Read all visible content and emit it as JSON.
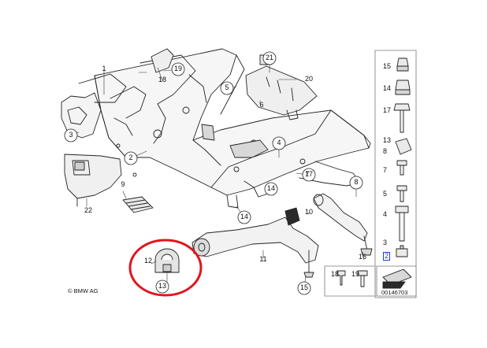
{
  "diagram": {
    "callouts": {
      "c1": "1",
      "c2": "2",
      "c3": "3",
      "c4": "4",
      "c5": "5",
      "c6": "6",
      "c7": "7",
      "c8": "8",
      "c9": "9",
      "c10": "10",
      "c11": "11",
      "c12": "12",
      "c13": "13",
      "c14a": "14",
      "c14b": "14",
      "c15": "15",
      "c16": "16",
      "c17": "17",
      "c18": "18",
      "c19": "19",
      "c20": "20",
      "c21": "21",
      "c22": "22"
    },
    "side_strip": {
      "items": [
        "15",
        "14",
        "17",
        "13",
        "8",
        "7",
        "5",
        "4",
        "3",
        "2"
      ]
    },
    "bottom_parts": [
      "18",
      "19"
    ],
    "copyright": "© BMW AG",
    "diagram_id": "00146703",
    "highlight_color": "#e0161d",
    "selected_color": "#1a3fd6"
  }
}
